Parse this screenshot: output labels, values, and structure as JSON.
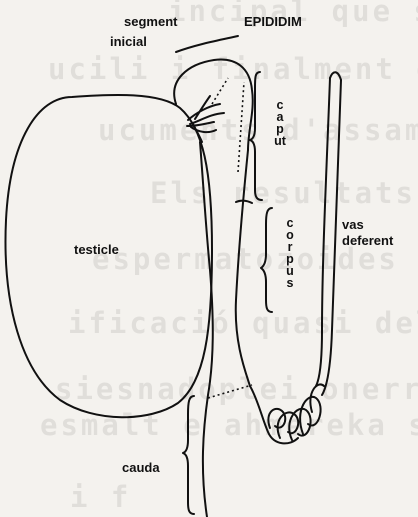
{
  "figure": {
    "labels": {
      "segment": "segment",
      "inicial": "inicial",
      "epididim": "EPIDIDIM",
      "caput": "caput",
      "corpus": "corpus",
      "testicle": "testicle",
      "vas_line1": "vas",
      "vas_line2": "deferent",
      "cauda": "cauda"
    }
  },
  "background_text": {
    "lines": [
      "incipal que sens reus i",
      "ucili  i  finalment   e",
      "ucuments   d'assamaneacr   l'",
      "     Els    resultats    demo",
      "espermatozoides  que  aban",
      "ificació  quasi   del   c",
      "siesnadoplei  onerrenaliea",
      "esmalt  e  ahmereka  snmes",
      "                 i    f"
    ]
  },
  "colors": {
    "ink": "#111111",
    "paper": "#f4f2ee"
  }
}
